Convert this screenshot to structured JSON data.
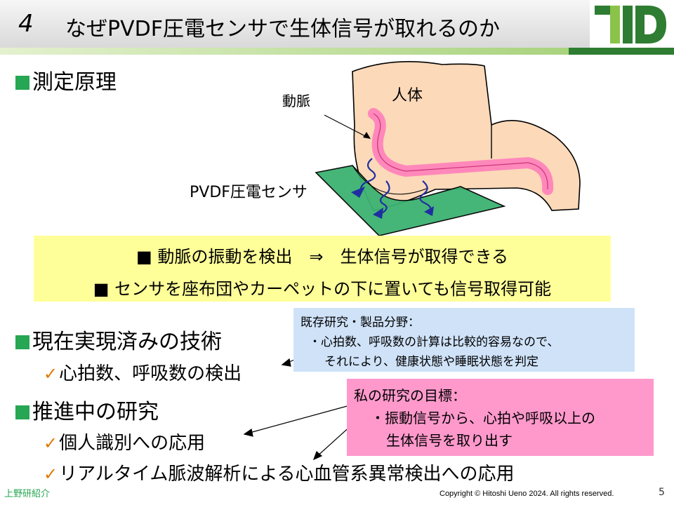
{
  "header": {
    "slide_number": "4",
    "title": "なぜPVDF圧電センサで生体信号が取れるのか",
    "logo_text": "TID",
    "colors": {
      "logo_green": "#2e7d32",
      "logo_light": "#8bc34a",
      "accent_green": "#27a653"
    }
  },
  "section1": {
    "heading": "測定原理"
  },
  "diagram": {
    "label_artery": "動脈",
    "label_body": "人体",
    "label_sensor": "PVDF圧電センサ"
  },
  "yellow_box": {
    "line1": "■ 動脈の振動を検出　⇒　生体信号が取得できる",
    "line2": "■ センサを座布団やカーペットの下に置いても信号取得可能"
  },
  "section2": {
    "heading": "現在実現済みの技術",
    "item1": "心拍数、呼吸数の検出"
  },
  "blue_note": {
    "line1": "既存研究・製品分野：",
    "line2": "・心拍数、呼吸数の計算は比較的容易なので、",
    "line3": "それにより、健康状態や睡眠状態を判定"
  },
  "section3": {
    "heading": "推進中の研究",
    "item1": "個人識別への応用",
    "item2": "リアルタイム脈波解析による心血管系異常検出への応用"
  },
  "pink_note": {
    "line1": "私の研究の目標：",
    "line2": "・振動信号から、心拍や呼吸以上の",
    "line3": "生体信号を取り出す"
  },
  "footer": {
    "left": "上野研紹介",
    "copyright": "Copyright © Hitoshi Ueno  2024. All rights reserved.",
    "page": "5"
  }
}
